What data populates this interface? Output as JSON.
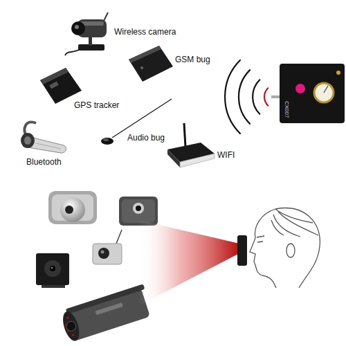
{
  "diagram": {
    "labels": [
      "Wireless camera",
      "GSM bug",
      "GPS tracker",
      "Audio bug",
      "Bluetooth",
      "WIFI",
      "CX007"
    ]
  }
}
